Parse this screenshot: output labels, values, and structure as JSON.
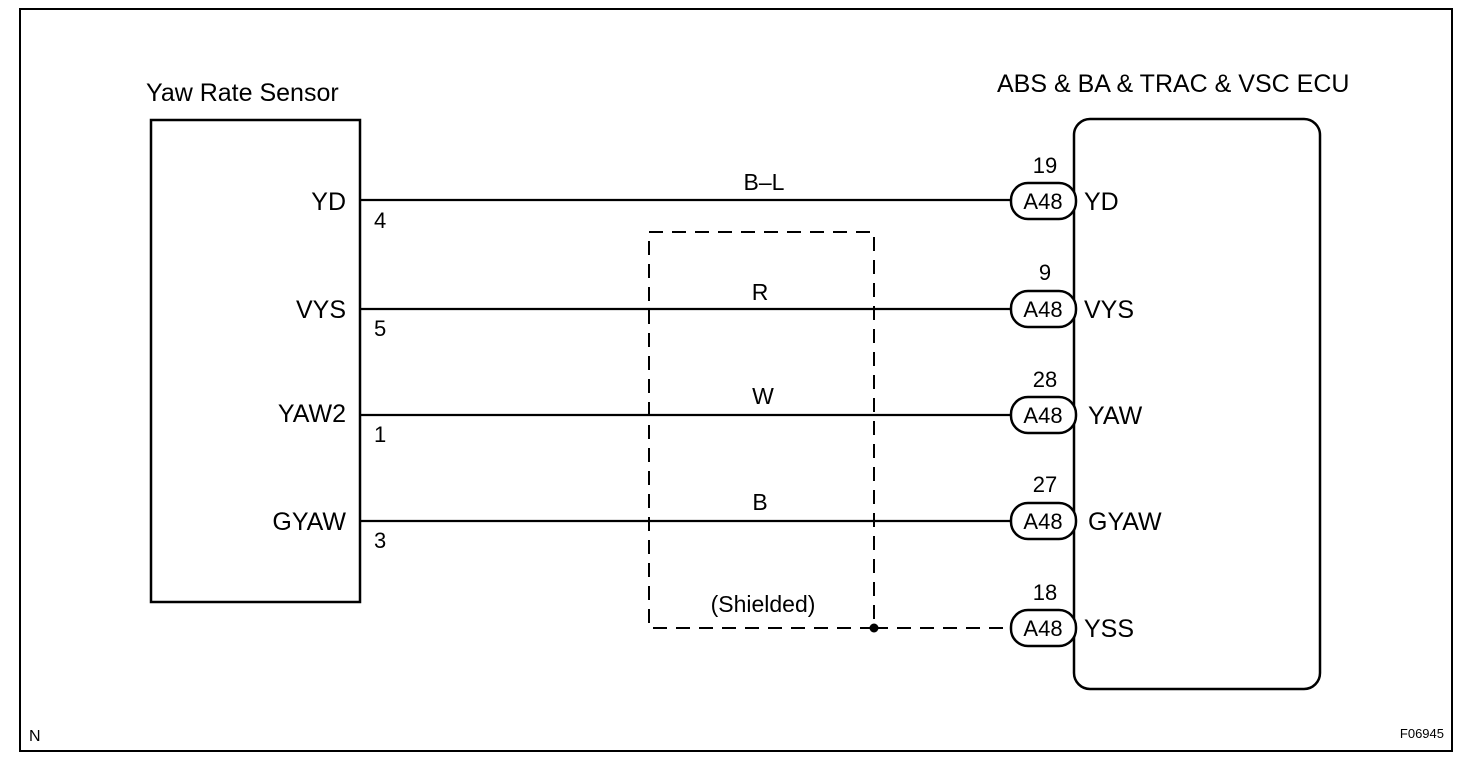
{
  "sensor": {
    "title": "Yaw Rate Sensor",
    "pins": [
      {
        "signal": "YD",
        "number": "4"
      },
      {
        "signal": "VYS",
        "number": "5"
      },
      {
        "signal": "YAW2",
        "number": "1"
      },
      {
        "signal": "GYAW",
        "number": "3"
      }
    ]
  },
  "ecu": {
    "title": "ABS & BA & TRAC & VSC ECU",
    "pins": [
      {
        "number": "19",
        "connector": "A48",
        "signal": "YD"
      },
      {
        "number": "9",
        "connector": "A48",
        "signal": "VYS"
      },
      {
        "number": "28",
        "connector": "A48",
        "signal": "YAW"
      },
      {
        "number": "27",
        "connector": "A48",
        "signal": "GYAW"
      },
      {
        "number": "18",
        "connector": "A48",
        "signal": "YSS"
      }
    ]
  },
  "wires": [
    {
      "color": "B–L"
    },
    {
      "color": "R"
    },
    {
      "color": "W"
    },
    {
      "color": "B"
    }
  ],
  "shield": {
    "label": "(Shielded)"
  },
  "corner": {
    "left": "N",
    "right": "F06945"
  }
}
